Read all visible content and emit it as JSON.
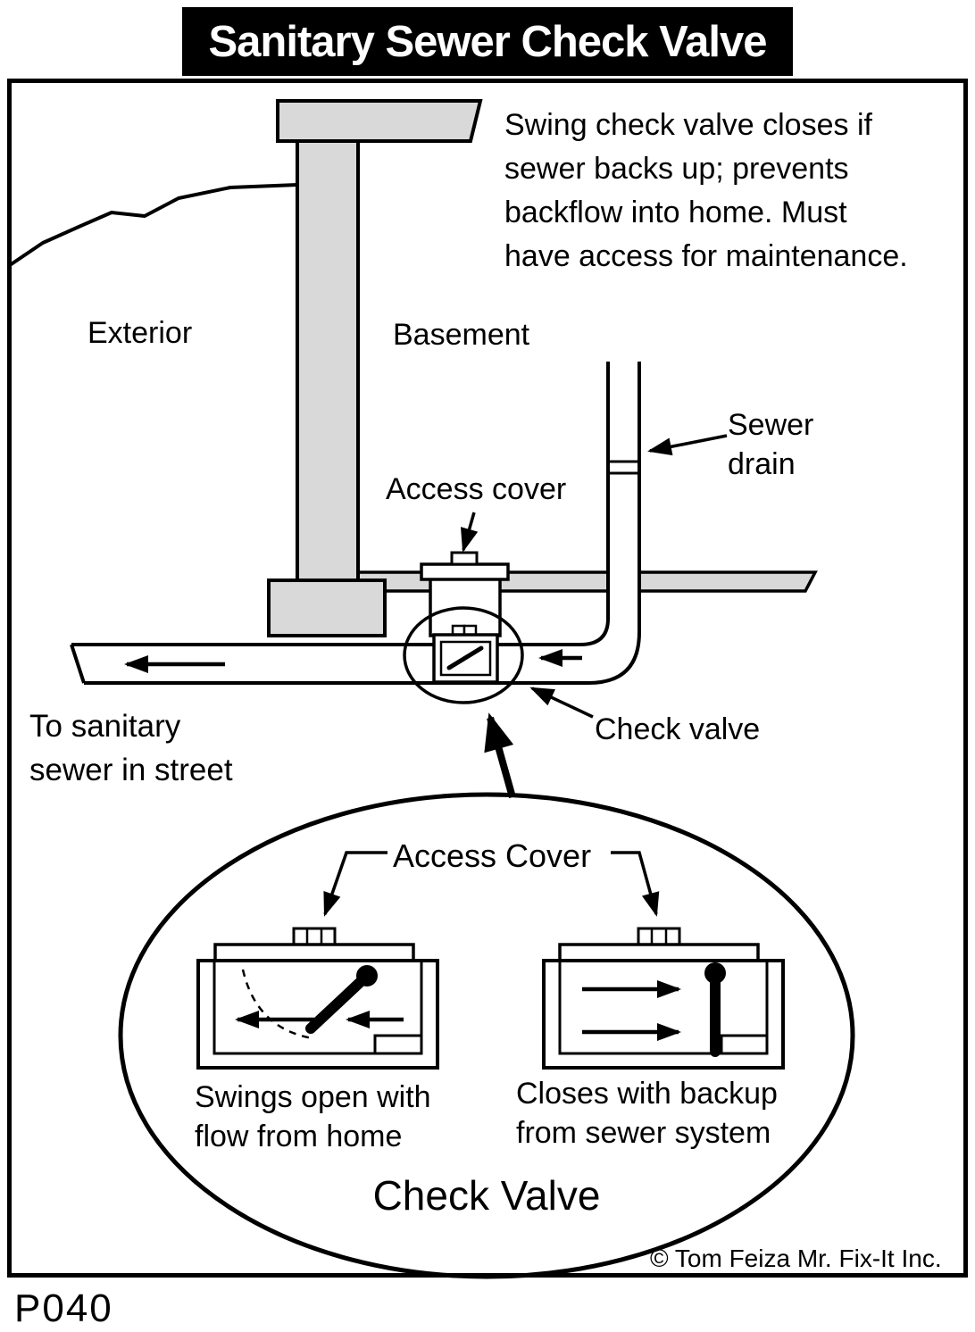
{
  "title": "Sanitary Sewer Check Valve",
  "page_code": "P040",
  "copyright": "© Tom Feiza Mr. Fix-It Inc.",
  "colors": {
    "ink": "#000000",
    "masonry_fill": "#d9d9d9",
    "title_bg": "#000000",
    "title_text": "#ffffff"
  },
  "diagram": {
    "note_lines": [
      "Swing check valve closes if",
      "sewer backs up;  prevents",
      "backflow into home. Must",
      "have access for maintenance."
    ],
    "labels": {
      "exterior": "Exterior",
      "basement": "Basement",
      "sewer_drain": [
        "Sewer",
        "drain"
      ],
      "access_cover": "Access cover",
      "to_sewer": [
        "To sanitary",
        "sewer in street"
      ],
      "check_valve": "Check valve"
    },
    "detail": {
      "access_cover_label": "Access Cover",
      "open_caption": [
        "Swings open with",
        "flow from home"
      ],
      "closed_caption": [
        "Closes with backup",
        "from sewer system"
      ],
      "title": "Check Valve"
    }
  }
}
